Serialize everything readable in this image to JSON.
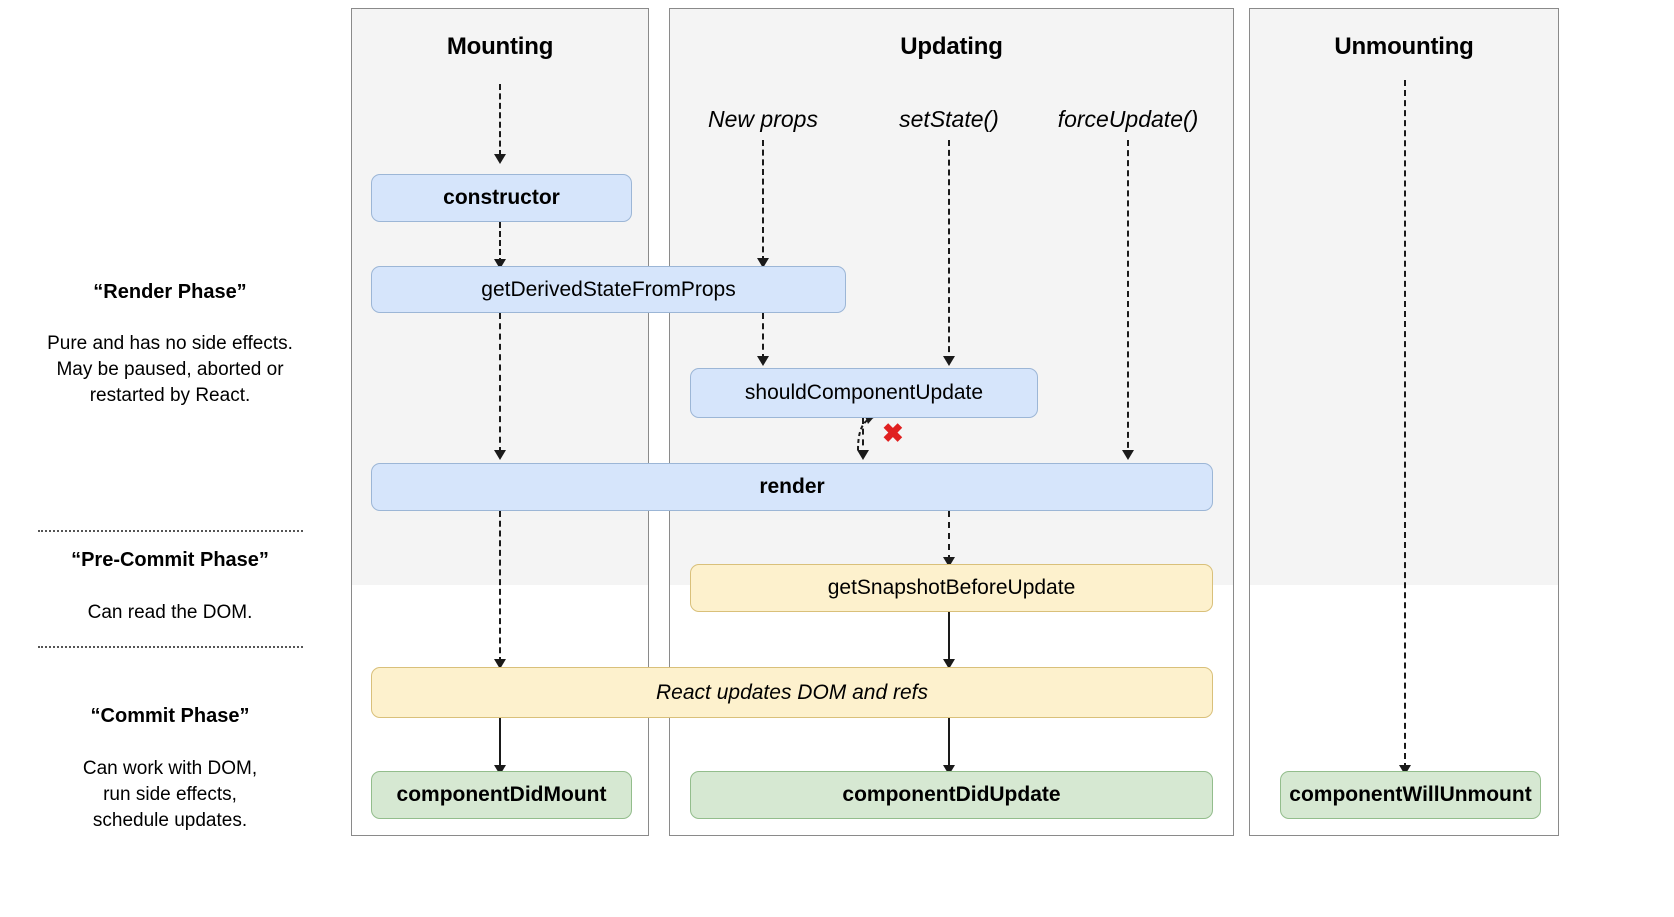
{
  "columns": [
    {
      "id": "mounting",
      "label": "Mounting"
    },
    {
      "id": "updating",
      "label": "Updating"
    },
    {
      "id": "unmounting",
      "label": "Unmounting"
    }
  ],
  "phases": [
    {
      "id": "render-phase",
      "title": "“Render Phase”",
      "body": "Pure and has no side effects.\nMay be paused, aborted or\nrestarted by React."
    },
    {
      "id": "pre-commit-phase",
      "title": "“Pre-Commit Phase”",
      "body": "Can read the DOM."
    },
    {
      "id": "commit-phase",
      "title": "“Commit Phase”",
      "body": "Can work with DOM,\nrun side effects,\nschedule updates."
    }
  ],
  "triggers": [
    {
      "id": "new-props",
      "label": "New props"
    },
    {
      "id": "set-state",
      "label": "setState()"
    },
    {
      "id": "force-update",
      "label": "forceUpdate()"
    }
  ],
  "boxes": {
    "constructor": "constructor",
    "get_derived_state_from_props": "getDerivedStateFromProps",
    "should_component_update": "shouldComponentUpdate",
    "render": "render",
    "get_snapshot_before_update": "getSnapshotBeforeUpdate",
    "react_updates_dom_and_refs": "React updates DOM and refs",
    "component_did_mount": "componentDidMount",
    "component_did_update": "componentDidUpdate",
    "component_will_unmount": "componentWillUnmount"
  },
  "annotations": {
    "skip_render_mark": "✖"
  },
  "colors": {
    "blue_fill": "#d6e5fb",
    "blue_stroke": "#9cb6d6",
    "yellow_fill": "#fdf1cd",
    "yellow_stroke": "#d9c07a",
    "green_fill": "#d6e8d2",
    "green_stroke": "#93bd8c",
    "panel_shade": "#f4f4f4",
    "panel_stroke": "#8a8a8a",
    "red_x": "#e02020"
  }
}
